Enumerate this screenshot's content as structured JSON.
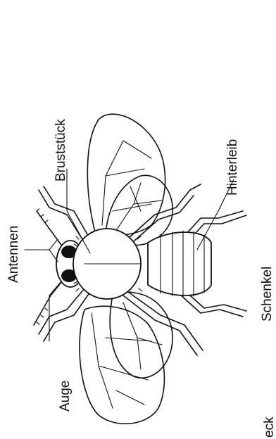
{
  "labels": {
    "antennae": "Antennen",
    "eye": "Auge",
    "thorax": "Bruststück",
    "abdomen": "Hinterleib",
    "leg": "Schenkel",
    "cropped": "eck"
  },
  "colors": {
    "ink": "#111111",
    "paper": "#ffffff"
  }
}
